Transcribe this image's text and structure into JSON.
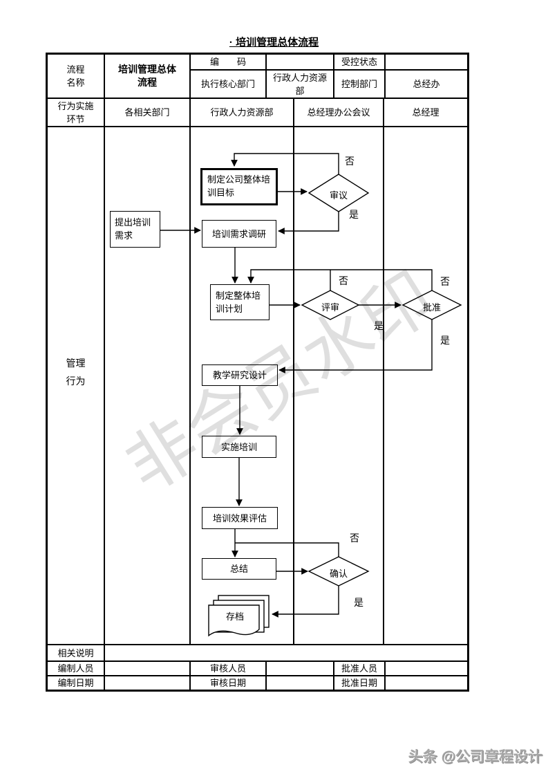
{
  "title": "· 培训管理总体流程",
  "watermark": "非会员水印",
  "footer_credit": "头条 @公司章程设计",
  "header": {
    "process_name_label": "流程名称",
    "process_name_value": "培训管理总体流程",
    "code_label": "编　　码",
    "controlled_state_label": "受控状态",
    "exec_core_dept_label": "执行核心部门",
    "exec_core_dept_value": "行政人力资源部",
    "control_dept_label": "控制部门",
    "control_dept_value": "总经办"
  },
  "lanes": {
    "row_label": "行为实施环节",
    "columns": [
      "各相关部门",
      "行政人力资源部",
      "总经理办公会议",
      "总经理"
    ]
  },
  "body_label": "管理行为",
  "flowchart": {
    "nodes": {
      "propose_need": "提出培训需求",
      "set_company_goal": "制定公司整体培训目标",
      "deliberate": "审议",
      "need_survey": "培训需求调研",
      "make_plan": "制定整体培训计划",
      "review": "评审",
      "approve": "批准",
      "teaching_design": "教学研究设计",
      "implement": "实施培训",
      "evaluate": "培训效果评估",
      "summarize": "总结",
      "confirm": "确认",
      "archive": "存档"
    },
    "yes": "是",
    "no": "否"
  },
  "bottom": {
    "notes_label": "相关说明",
    "maker_label": "编制人员",
    "reviewer_label": "审核人员",
    "approver_label": "批准人员",
    "make_date_label": "编制日期",
    "review_date_label": "审核日期",
    "approve_date_label": "批准日期"
  }
}
